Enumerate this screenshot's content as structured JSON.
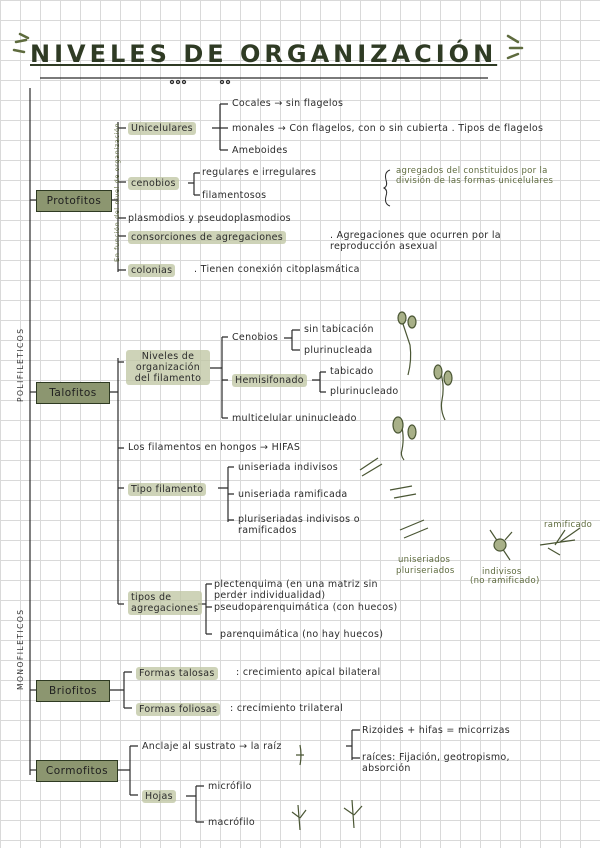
{
  "title": "NIVELES DE ORGANIZACIÓN",
  "side_labels": {
    "upper": "POLIFILETICOS",
    "lower": "MONOFILETICOS"
  },
  "side_note": "En función del nivel de organización",
  "protofitos": {
    "label": "Protofitos",
    "unicelulares": "Unicelulares",
    "cocales": "Cocales → sin flagelos",
    "monales": "monales → Con flagelos, con o sin cubierta . Tipos de flagelos",
    "ameboides": "Ameboides",
    "cenobios": "cenobios",
    "regulares": "regulares e irregulares",
    "filamentosos": "filamentosos",
    "cenobios_note": "agregados del constituidos por la división de las formas unicelulares",
    "plasmodios": "plasmodios y pseudoplasmodios",
    "consorciones": "consorciones de agregaciones",
    "consorciones_note": ". Agregaciones que ocurren por la reproducción asexual",
    "colonias": "colonias",
    "colonias_note": ". Tienen conexión citoplasmática"
  },
  "talofitos": {
    "label": "Talofitos",
    "niveles": "Niveles de organización del filamento",
    "cenobios": "Cenobios",
    "sin_tabicacion": "sin tabicación",
    "plurinucleada": "plurinucleada",
    "hemisifonado": "Hemisifonado",
    "tabicado": "tabicado",
    "plurinucleado": "plurinucleado",
    "multicelular": "multicelular uninucleado",
    "hongos": "Los filamentos en hongos → HIFAS",
    "tipo_filamento": "Tipo filamento",
    "uniseriada_indivisos": "uniseriada indivisos",
    "uniseriada_ramificada": "uniseriada ramificada",
    "pluriseriadas": "pluriseriadas indivisos o ramificados",
    "tipos_agregaciones": "tipos de agregaciones",
    "plectenquima": "plectenquima (en una matriz sin perder individualidad)",
    "pseudoparenquimatica": "pseudoparenquimática (con huecos)",
    "parenquimatica": "parenquimática (no hay huecos)",
    "fig_uniseriados": "uniseriados",
    "fig_pluriseriados": "pluriseriados",
    "fig_indivisos": "indivisos",
    "fig_no_ramificado": "(no ramificado)",
    "fig_ramificado": "ramificado"
  },
  "briofitos": {
    "label": "Briofitos",
    "taloas": "Formas talosas",
    "taloas_note": ": crecimiento apical bilateral",
    "foliosas": "Formas foliosas",
    "foliosas_note": ": crecimiento trilateral"
  },
  "cormofitos": {
    "label": "Cormofitos",
    "anclaje": "Anclaje al sustrato → la raíz",
    "rizoides": "Rizoides + hifas = micorrizas",
    "raices": "raíces: Fijación, geotropismo, absorción",
    "hojas": "Hojas",
    "microfilo": "micrófilo",
    "macrofilo": "macrófilo"
  },
  "colors": {
    "box": "#8c9670",
    "highlight": "#bec4a0",
    "ink": "#2b2b2b",
    "green": "#5e6b3e"
  }
}
